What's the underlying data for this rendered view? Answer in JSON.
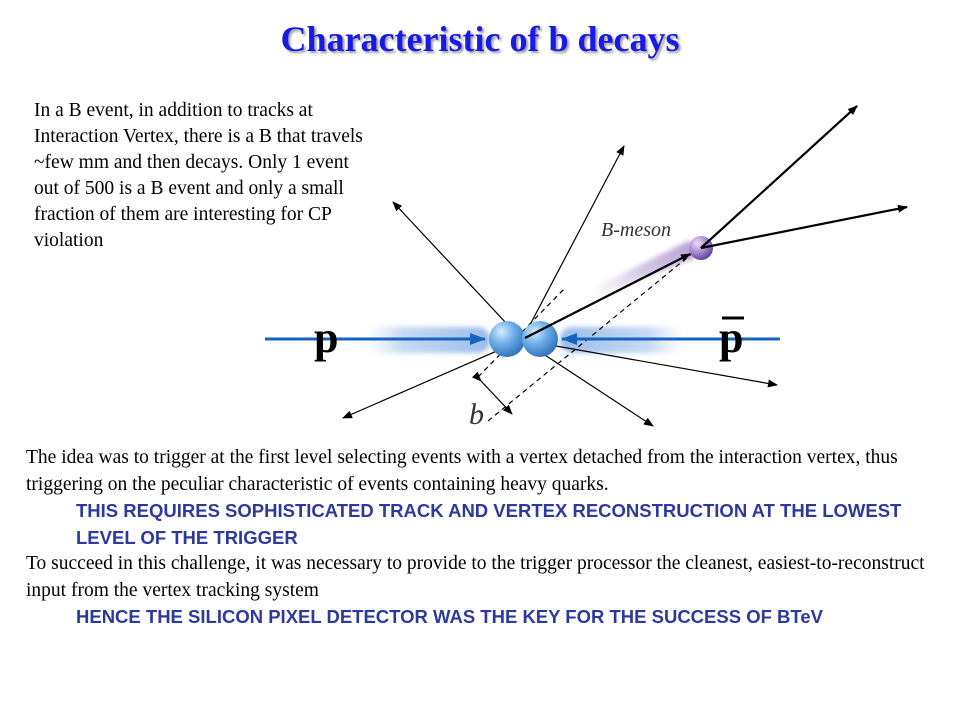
{
  "title": "Characteristic of b decays",
  "intro_text": "In a B event, in addition to tracks at Interaction Vertex, there is a B that travels ~few mm and then decays. Only 1 event out of 500 is a B event and only a small fraction of them are interesting for CP violation",
  "diagram": {
    "beam_left_label": "p",
    "beam_right_label": "p",
    "b_meson_label": "B-meson",
    "impact_parameter_label": "b"
  },
  "body": {
    "para1": "The idea was to trigger at the first level selecting events with a vertex detached from the interaction vertex, thus triggering on the peculiar characteristic of events containing heavy quarks.",
    "emph1": "THIS REQUIRES SOPHISTICATED TRACK AND VERTEX RECONSTRUCTION AT THE LOWEST LEVEL OF THE TRIGGER",
    "para2": "To succeed in this challenge, it was necessary to provide to the trigger processor the cleanest, easiest-to-reconstruct input from the vertex tracking system",
    "emph2": "HENCE THE SILICON PIXEL DETECTOR WAS THE KEY FOR THE SUCCESS OF BTeV"
  },
  "colors": {
    "title": "#1a1ae6",
    "emphasis": "#2b3a9c",
    "beam_line": "#1565c0",
    "proton": "#4a90d9",
    "b_meson": "#8e6bbf"
  }
}
